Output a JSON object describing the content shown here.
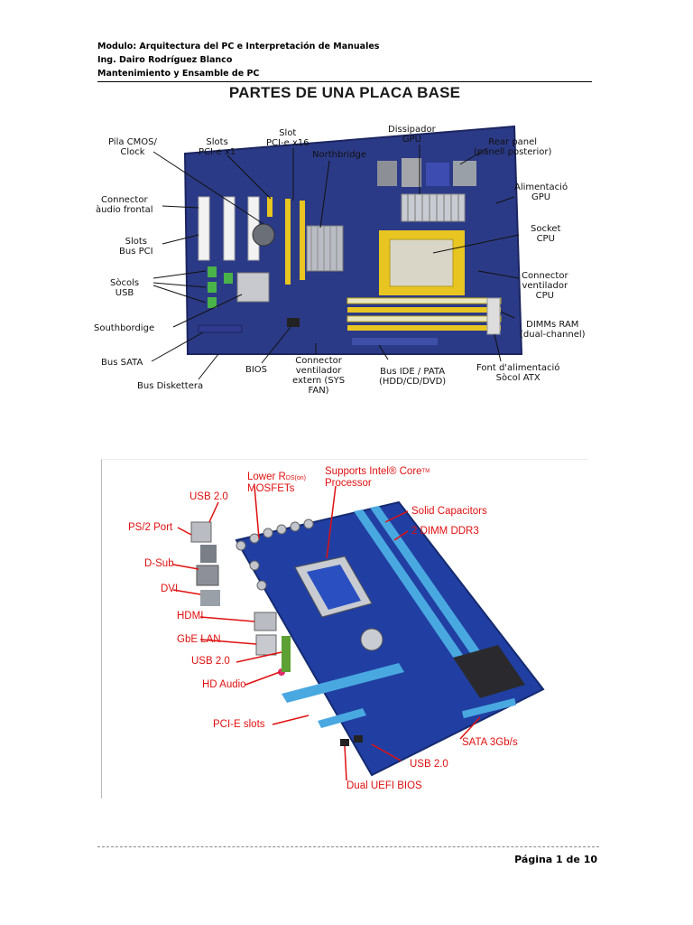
{
  "header": {
    "line1": "Modulo: Arquitectura del PC e Interpretación de Manuales",
    "line2": "Ing. Dairo Rodríguez Blanco",
    "line3": "Mantenimiento y Ensamble de PC"
  },
  "title": "PARTES DE UNA PLACA BASE",
  "figure1": {
    "labels": {
      "pila": "Pila CMOS/\nClock",
      "slots_pcie_x1": "Slots\nPCI-e x1",
      "slot_pcie_x16": "Slot\nPCI-e x16",
      "northbridge": "Northbridge",
      "dissipador": "Dissipador\nGPU",
      "rear_panel": "Rear panel\n(panell posterior)",
      "connector_audio": "Connector\nàudio frontal",
      "alimentacio_gpu": "Alimentació\nGPU",
      "slots_bus_pci": "Slots\nBus PCI",
      "socket_cpu": "Socket\nCPU",
      "socols_usb": "Sòcols\nUSB",
      "connector_ventilador_cpu": "Connector\nventilador\nCPU",
      "southbridge": "Southbordige",
      "dimms_ram": "DIMMs RAM\n(dual-channel)",
      "bus_sata": "Bus SATA",
      "bios": "BIOS",
      "connector_ventilador_extern": "Connector\nventilador\nextern (SYS\nFAN)",
      "bus_ide": "Bus IDE / PATA\n(HDD/CD/DVD)",
      "font_alimentacio": "Font d'alimentació\nSòcol ATX",
      "bus_diskettera": "Bus Diskettera"
    }
  },
  "figure2": {
    "labels": {
      "usb20_top": "USB 2.0",
      "lower_rds": "Lower R",
      "lower_rds_sub": "DS(on)",
      "mosfets": "MOSFETs",
      "supports_intel": "Supports Intel® Core",
      "tm": "TM",
      "processor": "Processor",
      "ps2": "PS/2 Port",
      "solid_caps": "Solid Capacitors",
      "dimm": "2 DIMM DDR3",
      "dsub": "D-Sub",
      "dvi": "DVI",
      "hdmi": "HDMI",
      "gbe_lan": "GbE LAN",
      "usb20_mid": "USB 2.0",
      "hd_audio": "HD Audio",
      "pcie_slots": "PCI-E slots",
      "sata": "SATA 3Gb/s",
      "usb20_bottom": "USB 2.0",
      "uefi": "Dual UEFI BIOS"
    }
  },
  "footer": {
    "page": "Página 1 de 10"
  },
  "colors": {
    "board": "#27357a",
    "label_red": "#e01010",
    "silver": "#b9bcc2",
    "yellow": "#e8c521"
  }
}
